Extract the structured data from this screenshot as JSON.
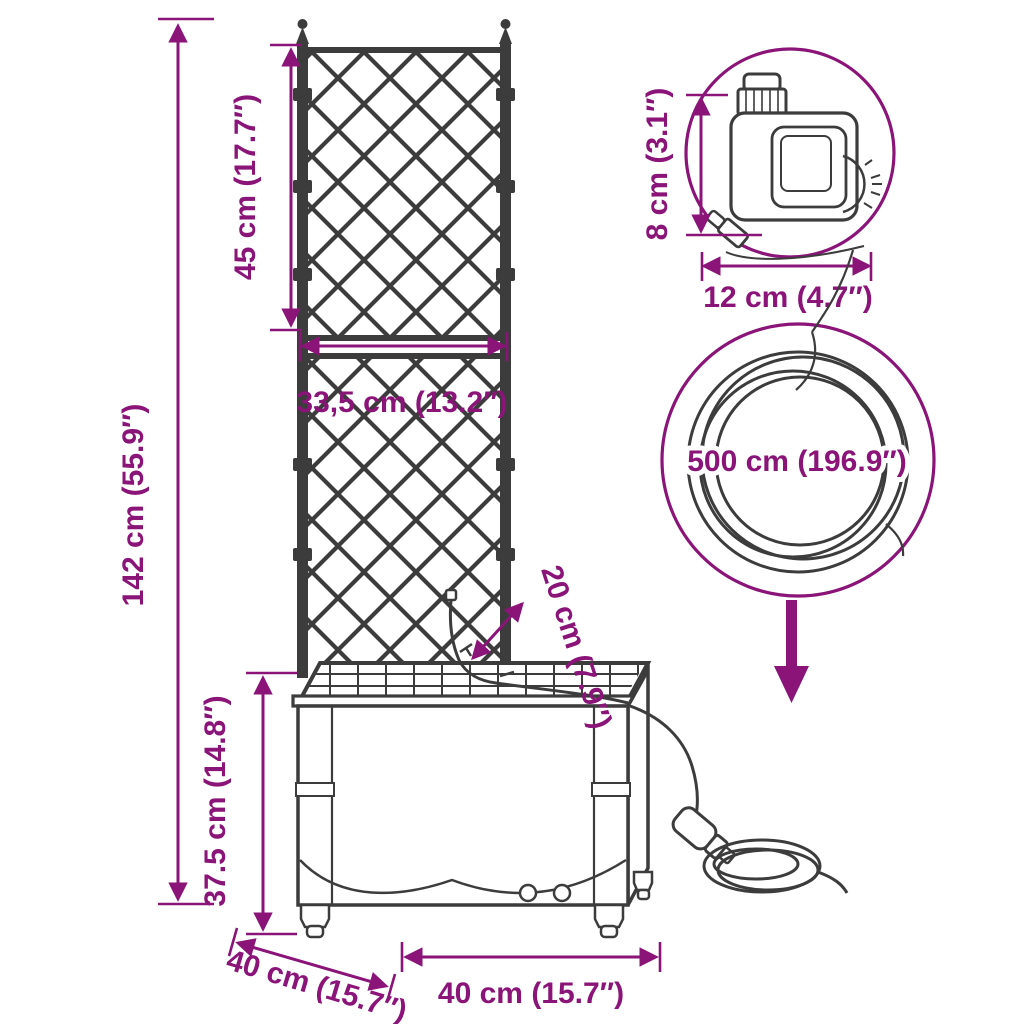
{
  "colors": {
    "accent": "#8A1478",
    "line": "#3C3C3C",
    "bg": "#FFFFFF"
  },
  "labels": {
    "total_height": "142 cm (55.9″)",
    "trellis_height": "45 cm (17.7″)",
    "trellis_width": "33,5 cm (13.2″)",
    "planter_height": "37.5 cm (14.8″)",
    "planter_depth": "40 cm (15.7″)",
    "planter_width": "40 cm (15.7″)",
    "drip_line": "20 cm (7.9″)",
    "timer_height": "8 cm (3.1″)",
    "timer_width": "12 cm (4.7″)",
    "hose_length": "500 cm (196.9″)"
  }
}
